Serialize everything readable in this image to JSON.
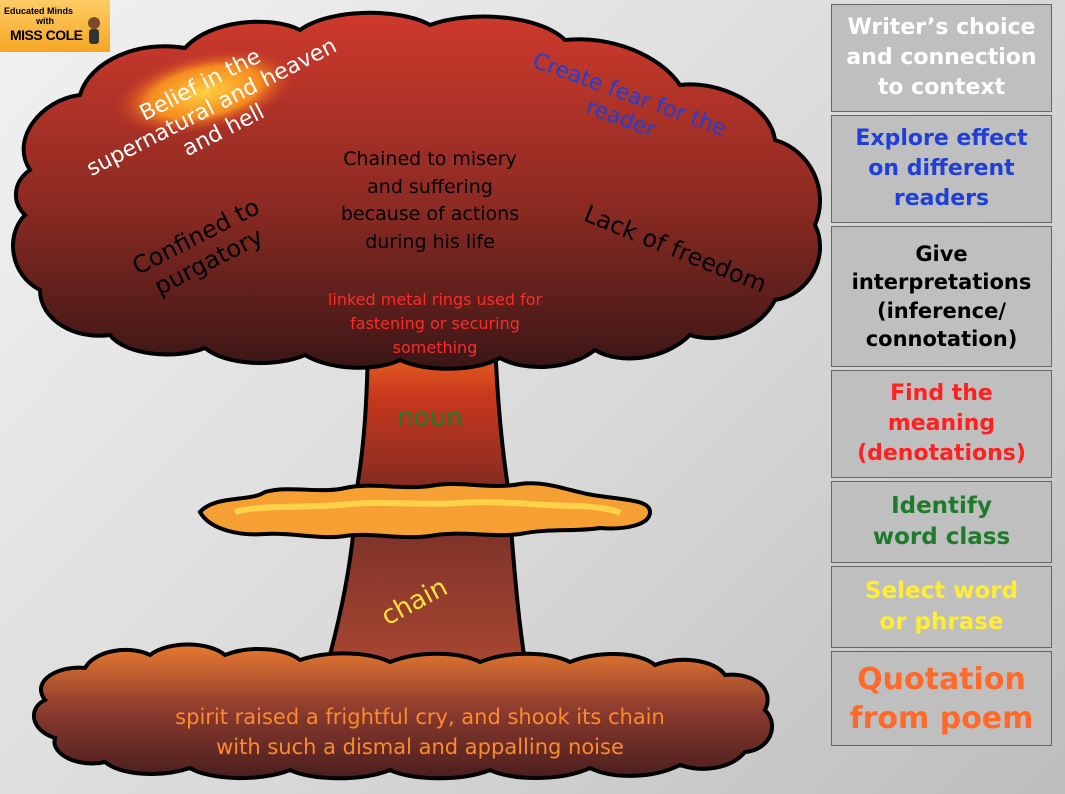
{
  "logo": {
    "line1": "Educated Minds",
    "line2": "with",
    "line3": "MISS COLE"
  },
  "cloud_labels": {
    "supernatural": [
      "Belief in the",
      "supernatural and heaven",
      "and hell"
    ],
    "fear": [
      "Create fear for the",
      "reader"
    ],
    "misery": [
      "Chained to misery",
      "and suffering",
      "because of actions",
      "during his life"
    ],
    "purgatory": [
      "Confined to",
      "purgatory"
    ],
    "freedom": "Lack of freedom",
    "definition": [
      "linked metal rings used for",
      "fastening or securing",
      "something"
    ],
    "word_class": "noun",
    "word": "chain",
    "quotation": [
      "spirit raised a frightful cry, and shook its chain",
      "with such a dismal and appalling noise"
    ]
  },
  "key": [
    {
      "lines": [
        "Writer’s choice",
        "and connection",
        "to context"
      ],
      "color": "#ffffff"
    },
    {
      "lines": [
        "Explore effect",
        "on different",
        "readers"
      ],
      "color": "#1f3fd6"
    },
    {
      "lines": [
        "Give",
        "interpretations",
        "(inference/",
        "connotation)"
      ],
      "color": "#000000"
    },
    {
      "lines": [
        "Find the",
        "meaning",
        "(denotations)"
      ],
      "color": "#ff2020"
    },
    {
      "lines": [
        "Identify",
        "word class"
      ],
      "color": "#1e7b2c"
    },
    {
      "lines": [
        "Select word",
        "or phrase"
      ],
      "color": "#ffee33"
    },
    {
      "lines": [
        "Quotation",
        "from poem"
      ],
      "color": "#ff6a2b"
    }
  ],
  "colors": {
    "cap_top": "#c8302a",
    "cap_bottom": "#3a1414",
    "stem": "#d8401c",
    "fire": "#f7a030",
    "outline": "#000000",
    "panel_bg": "#bfbfbf"
  }
}
